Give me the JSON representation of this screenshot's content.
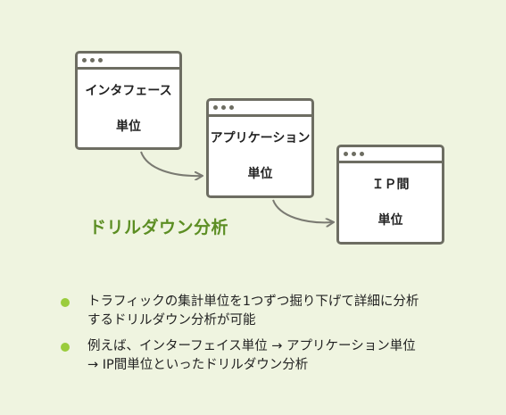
{
  "diagram": {
    "windows": [
      {
        "id": "interface",
        "label_line1": "インタフェース",
        "label_line2": "単位"
      },
      {
        "id": "application",
        "label_line1": "アプリケーション",
        "label_line2": "単位"
      },
      {
        "id": "ip",
        "label_line1": "ＩＰ間",
        "label_line2": "単位"
      }
    ],
    "title": "ドリルダウン分析",
    "colors": {
      "frame": "#6d6d62",
      "title": "#5c8e23",
      "bullet": "#9acc3c",
      "arrow": "#7a7a72",
      "background": "#eff4e0"
    }
  },
  "bullets": [
    {
      "line1": "トラフィックの集計単位を1つずつ掘り下げて詳細に分析",
      "line2": "するドリルダウン分析が可能"
    },
    {
      "line1": "例えば、インターフェイス単位 → アプリケーション単位",
      "line2": "→ IP間単位といったドリルダウン分析"
    }
  ]
}
